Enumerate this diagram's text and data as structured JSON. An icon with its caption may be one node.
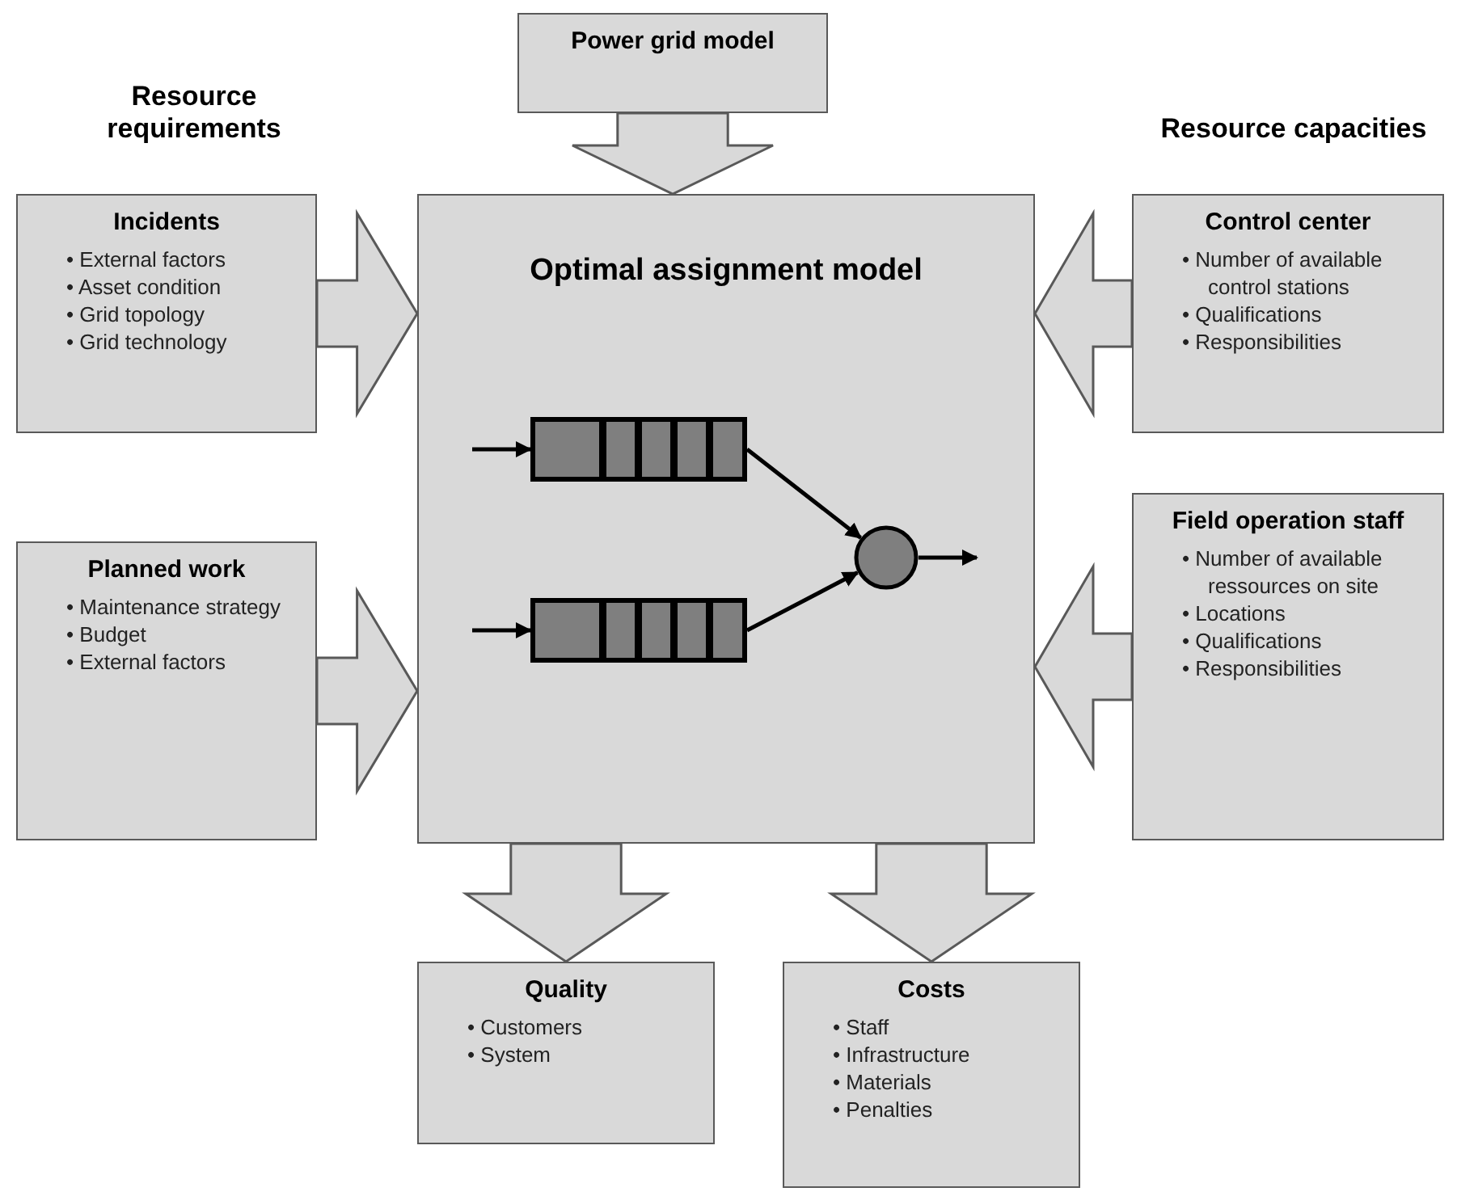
{
  "diagram": {
    "nodes": [
      {
        "text": [
          "Power grid model"
        ]
      },
      {
        "text": [
          "Incidents",
          "• External factors",
          "• Asset condition",
          "• Grid topology",
          "• Grid technology"
        ]
      },
      {
        "text": [
          "Optimal assignment model"
        ]
      },
      {
        "text": [],
        "shape": "bar",
        "in": 2
      },
      {
        "text": [],
        "shape": "bar",
        "in": 2
      },
      {
        "text": [],
        "shape": "circle",
        "in": 2
      },
      {
        "text": [
          "Control center",
          "• Number of available control stations",
          "• Qualifications",
          "• Responsibilities"
        ]
      },
      {
        "text": [
          "Planned work",
          "• Maintenance strategy",
          "• Budget",
          "• External factors"
        ]
      },
      {
        "text": [
          "Field operation staff",
          "• Number of available ressources on site",
          "• Locations",
          "• Qualifications",
          "• Responsibilities"
        ]
      },
      {
        "text": [
          "Quality",
          "• Customers",
          "• System"
        ]
      },
      {
        "text": [
          "Costs",
          "• Staff",
          "• Infrastructure",
          "• Materials",
          "• Penalties"
        ]
      }
    ],
    "edges": [
      {
        "from": 0,
        "to": 2,
        "arrow": "to",
        "style": "thick"
      },
      {
        "from": 1,
        "to": 2,
        "arrow": "to",
        "style": "thick"
      },
      {
        "from": 7,
        "to": 2,
        "arrow": "to",
        "style": "thick"
      },
      {
        "from": 6,
        "to": 2,
        "arrow": "to",
        "style": "thick"
      },
      {
        "from": 8,
        "to": 2,
        "arrow": "to",
        "style": "thick"
      },
      {
        "from": null,
        "to": 3,
        "arrow": "to",
        "color": "#000000"
      },
      {
        "from": null,
        "to": 4,
        "arrow": "to",
        "color": "#000000"
      },
      {
        "from": 3,
        "to": 5,
        "arrow": "to",
        "color": "#000000"
      },
      {
        "from": 4,
        "to": 5,
        "arrow": "to",
        "color": "#000000"
      },
      {
        "from": 5,
        "to": null,
        "arrow": "to",
        "color": "#000000"
      },
      {
        "from": 2,
        "to": 9,
        "arrow": "to",
        "style": "thick"
      },
      {
        "from": 2,
        "to": 10,
        "arrow": "to",
        "style": "thick"
      }
    ],
    "labels": [
      "Resource requirements",
      "Resource capacities"
    ]
  }
}
